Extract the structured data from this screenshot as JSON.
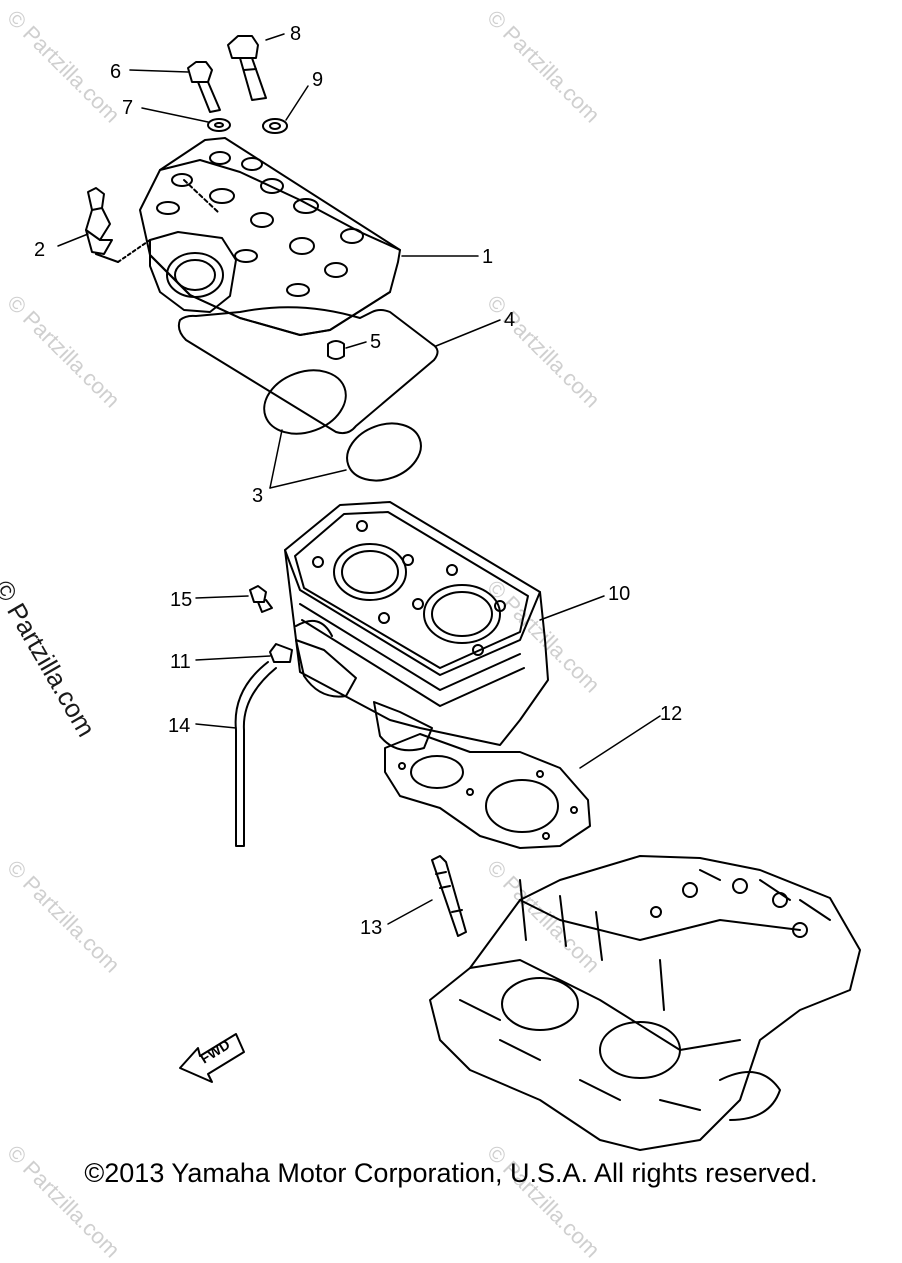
{
  "watermark": {
    "text": "© Partzilla.com",
    "side_text": "© Partzilla.com"
  },
  "callouts": {
    "c1": "1",
    "c2": "2",
    "c3": "3",
    "c4": "4",
    "c5": "5",
    "c6": "6",
    "c7": "7",
    "c8": "8",
    "c9": "9",
    "c10": "10",
    "c11": "11",
    "c12": "12",
    "c13": "13",
    "c14": "14",
    "c15": "15"
  },
  "fwd_label": "FWD",
  "footer": {
    "copyright": "©2013 Yamaha Motor Corporation, U.S.A. All rights reserved."
  },
  "colors": {
    "line": "#000000",
    "watermark": "#cfcfcf"
  }
}
